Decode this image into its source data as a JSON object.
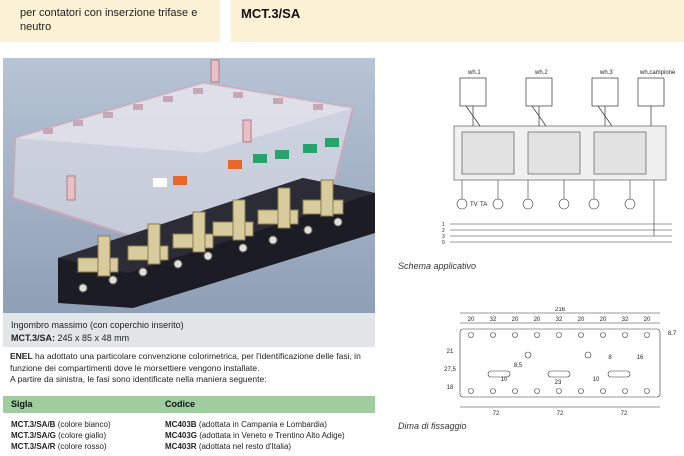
{
  "header": {
    "subtitle": "per contatori con inserzione trifase e neutro",
    "code": "MCT.3/SA"
  },
  "caption": {
    "line1": "Ingombro massimo (con coperchio inserito)",
    "model": "MCT.3/SA:",
    "dims": "245 x 85 x 48 mm"
  },
  "notes": {
    "brand": "ENEL",
    "text1": "ha adottato una particolare convenzione colorimetrica, per l'identificazione delle fasi, in funzione dei compartimenti dove le morsettiere vengono installate.",
    "text2": "A partire da sinistra, le fasi sono identificate nella maniera seguente:"
  },
  "table": {
    "headers": [
      "Sigla",
      "Codice"
    ],
    "rows": [
      {
        "sigla": "MCT.3/SA/B",
        "sigla_note": "(colore bianco)",
        "codice": "MC403B",
        "codice_note": "(adottata in Campania e Lombardia)"
      },
      {
        "sigla": "MCT.3/SA/G",
        "sigla_note": "(colore giallo)",
        "codice": "MC403G",
        "codice_note": "(adottata in Veneto e Trentino Alto Adige)"
      },
      {
        "sigla": "MCT.3/SA/R",
        "sigla_note": "(colore rosso)",
        "codice": "MC403R",
        "codice_note": "(adottata nel resto d'Italia)"
      }
    ]
  },
  "schema": {
    "caption": "Schema applicativo",
    "labels": {
      "wh1": "wh.1",
      "wh2": "wh.2",
      "wh3": "wh.3",
      "whc": "wh.campione",
      "tv": "TV",
      "ta": "TA"
    },
    "lines": [
      "1",
      "2",
      "3",
      "0"
    ]
  },
  "dima": {
    "caption": "Dima di fissaggio",
    "total": "216",
    "top_dims": [
      "20",
      "32",
      "20",
      "20",
      "32",
      "20",
      "20",
      "32",
      "20"
    ],
    "right_dim": "8,7",
    "left_dims": [
      "21",
      "27,5",
      "18"
    ],
    "inner_dims": [
      "8,5",
      "10",
      "10",
      "23",
      "8",
      "16"
    ],
    "bottom_dims": [
      "72",
      "72",
      "72"
    ]
  },
  "colors": {
    "header_bg": "#fbf1d5",
    "table_head_bg": "#9fcd9f",
    "caption_bg": "#e3e6e9"
  }
}
